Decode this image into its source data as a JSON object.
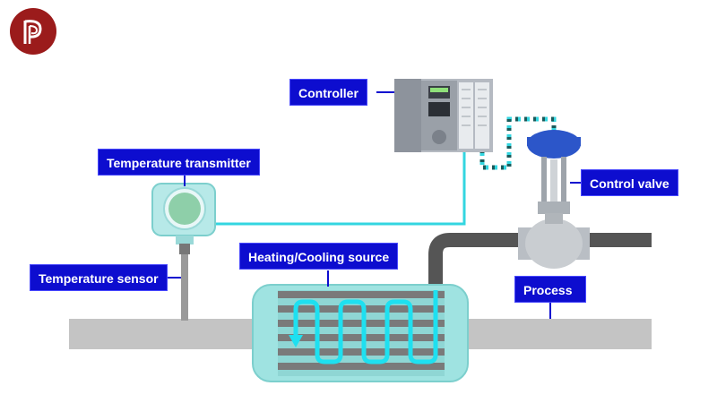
{
  "labels": {
    "controller": "Controller",
    "temperature_transmitter": "Temperature transmitter",
    "control_valve": "Control valve",
    "heating_cooling_source": "Heating/Cooling source",
    "process": "Process",
    "temperature_sensor": "Temperature sensor"
  },
  "colors": {
    "label_bg": "#0d0dcf",
    "label_text": "#ffffff",
    "signal_line": "#33d6e0",
    "pipe": "#bfbfbf",
    "return_pipe": "#555555",
    "exchanger_shell": "#8fdad8",
    "flow_arrow": "#1ee0f0",
    "logo": "#9b1b1b"
  },
  "icons": [
    "logo-icon",
    "plc-controller-icon",
    "transmitter-icon",
    "sensor-probe-icon",
    "control-valve-icon",
    "heat-exchanger-icon"
  ]
}
